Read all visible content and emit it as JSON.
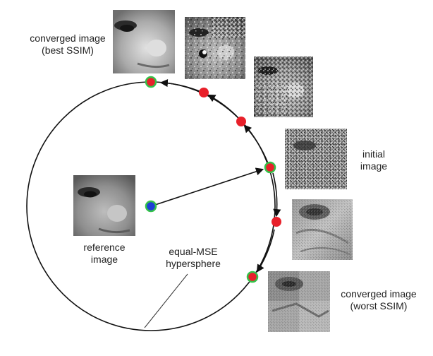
{
  "labels": {
    "converged_best": [
      "converged image",
      "(best SSIM)"
    ],
    "initial": [
      "initial",
      "image"
    ],
    "reference": [
      "reference",
      "image"
    ],
    "hypersphere": [
      "equal-MSE",
      "hypersphere"
    ],
    "converged_worst": [
      "converged image",
      "(worst SSIM)"
    ]
  },
  "images": {
    "converged_best": "clean face crop, bright",
    "step_1": "face crop with speckle noise",
    "step_2": "face crop with heavy speckle noise",
    "initial": "face crop, heavy noise",
    "reference": "clean face crop",
    "step_down_1": "face crop, washed-out gray contours",
    "converged_worst": "face crop, blocky gray contours"
  },
  "colors": {
    "reference_point": "#1e3fd6",
    "iterate_point": "#e8202a",
    "highlight_ring": "#34c24a",
    "stroke": "#111111"
  }
}
